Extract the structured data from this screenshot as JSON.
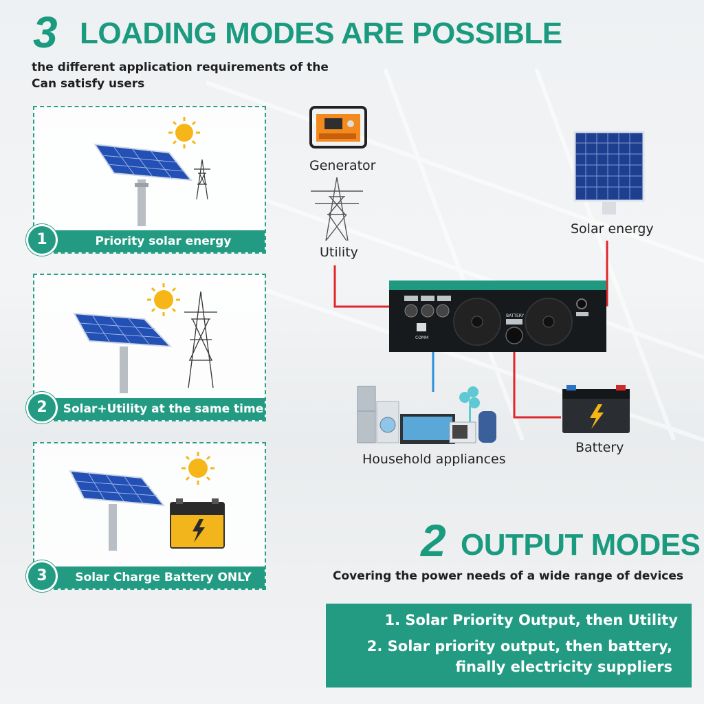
{
  "header": {
    "number": "3",
    "title": "LOADING MODES ARE POSSIBLE",
    "subtitle_line1": "the different application requirements of the",
    "subtitle_line2": "Can satisfy users"
  },
  "modes": [
    {
      "index": "1",
      "label": "Priority solar energy"
    },
    {
      "index": "2",
      "label": "Solar+Utility at the same time"
    },
    {
      "index": "3",
      "label": "Solar Charge Battery ONLY"
    }
  ],
  "diagram": {
    "generator_label": "Generator",
    "utility_label": "Utility",
    "solar_label": "Solar energy",
    "household_label": "Household appliances",
    "battery_label": "Battery",
    "inverter_comm": "COMM",
    "inverter_battery": "BATTERY"
  },
  "output": {
    "number": "2",
    "title": "OUTPUT MODES",
    "subtitle": "Covering the power needs of a wide range of devices",
    "line1": "1. Solar Priority Output, then Utility",
    "line2": "2. Solar priority output, then battery,",
    "line3": "finally electricity suppliers"
  },
  "colors": {
    "accent": "#229b82",
    "wire_red": "#e0262b",
    "wire_blue": "#2a8fe0"
  }
}
